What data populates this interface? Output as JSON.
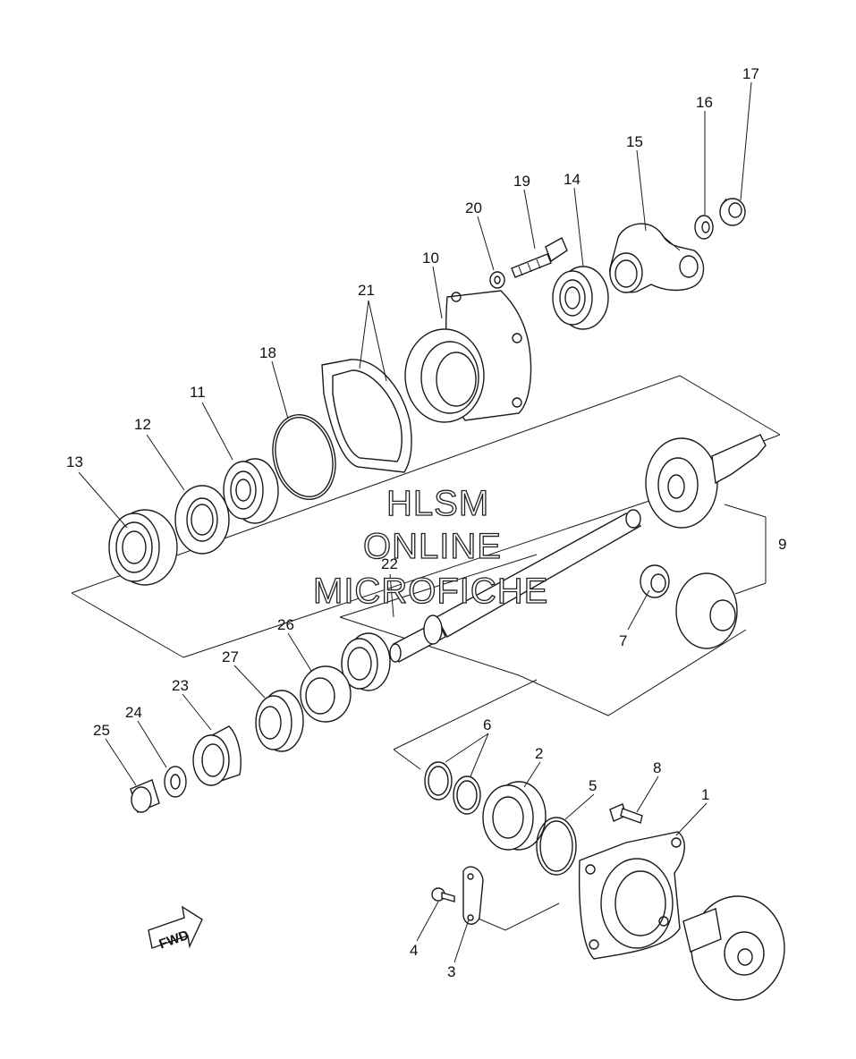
{
  "watermark": {
    "line1": "HLSM",
    "line2": "ONLINE",
    "line3": "MICROFICHE"
  },
  "direction_badge": "FWD",
  "callouts": [
    {
      "id": "c1",
      "label": "1"
    },
    {
      "id": "c2",
      "label": "2"
    },
    {
      "id": "c3",
      "label": "3"
    },
    {
      "id": "c4",
      "label": "4"
    },
    {
      "id": "c5",
      "label": "5"
    },
    {
      "id": "c6",
      "label": "6"
    },
    {
      "id": "c7",
      "label": "7"
    },
    {
      "id": "c8",
      "label": "8"
    },
    {
      "id": "c9",
      "label": "9"
    },
    {
      "id": "c10",
      "label": "10"
    },
    {
      "id": "c11",
      "label": "11"
    },
    {
      "id": "c12",
      "label": "12"
    },
    {
      "id": "c13",
      "label": "13"
    },
    {
      "id": "c14",
      "label": "14"
    },
    {
      "id": "c15",
      "label": "15"
    },
    {
      "id": "c16",
      "label": "16"
    },
    {
      "id": "c17",
      "label": "17"
    },
    {
      "id": "c18",
      "label": "18"
    },
    {
      "id": "c19",
      "label": "19"
    },
    {
      "id": "c20",
      "label": "20"
    },
    {
      "id": "c21",
      "label": "21"
    },
    {
      "id": "c22",
      "label": "22"
    },
    {
      "id": "c23",
      "label": "23"
    },
    {
      "id": "c24",
      "label": "24"
    },
    {
      "id": "c25",
      "label": "25"
    },
    {
      "id": "c26",
      "label": "26"
    },
    {
      "id": "c27",
      "label": "27"
    }
  ]
}
